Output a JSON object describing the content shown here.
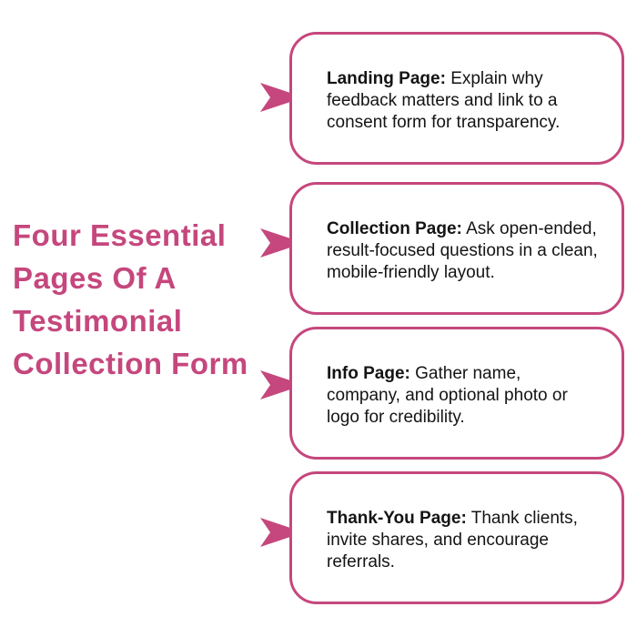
{
  "title": "Four Essential Pages Of A Testimonial Collection Form",
  "colors": {
    "accent": "#c5477d",
    "text": "#141414",
    "background": "#ffffff"
  },
  "cards": [
    {
      "label": "Landing Page:",
      "text": "Explain why feedback matters and link to a consent form for transparency."
    },
    {
      "label": "Collection Page:",
      "text": "Ask open-ended, result-focused questions in a clean, mobile-friendly layout."
    },
    {
      "label": "Info Page:",
      "text": "Gather name, company, and optional photo or logo for credibility."
    },
    {
      "label": "Thank-You Page:",
      "text": "Thank clients, invite shares, and encourage referrals."
    }
  ]
}
